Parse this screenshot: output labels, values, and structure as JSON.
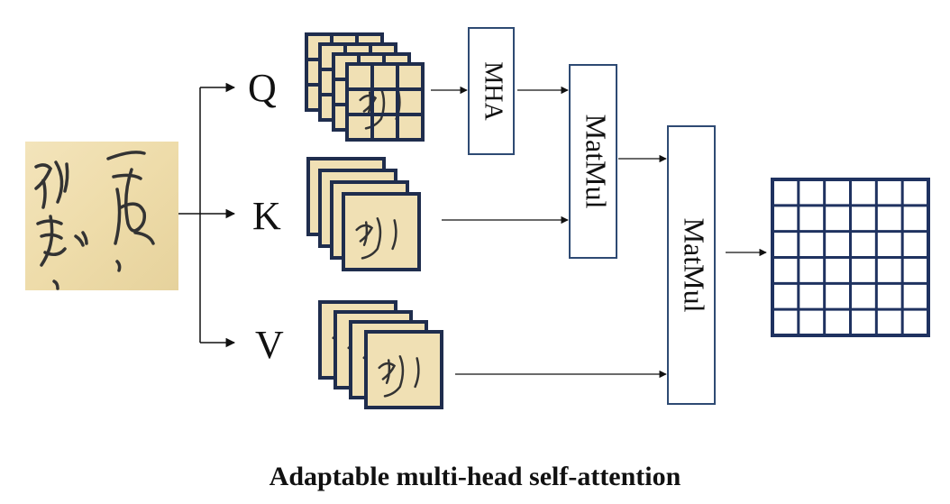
{
  "nodes": {
    "query_label": "Q",
    "key_label": "K",
    "value_label": "V",
    "mha_label": "MHA",
    "matmul1_label": "MatMul",
    "matmul2_label": "MatMul"
  },
  "caption": "Adaptable multi-head self-attention",
  "colors": {
    "patch_fill": "#f0e0b4",
    "frame": "#1f2d4d",
    "box_border": "#2e4a73",
    "grid": "#1f3260",
    "arrow": "#111111"
  },
  "icons": {
    "input_image": "handwritten-japanese-character-image",
    "patch": "handwritten-character-patch",
    "output": "attention-grid"
  }
}
